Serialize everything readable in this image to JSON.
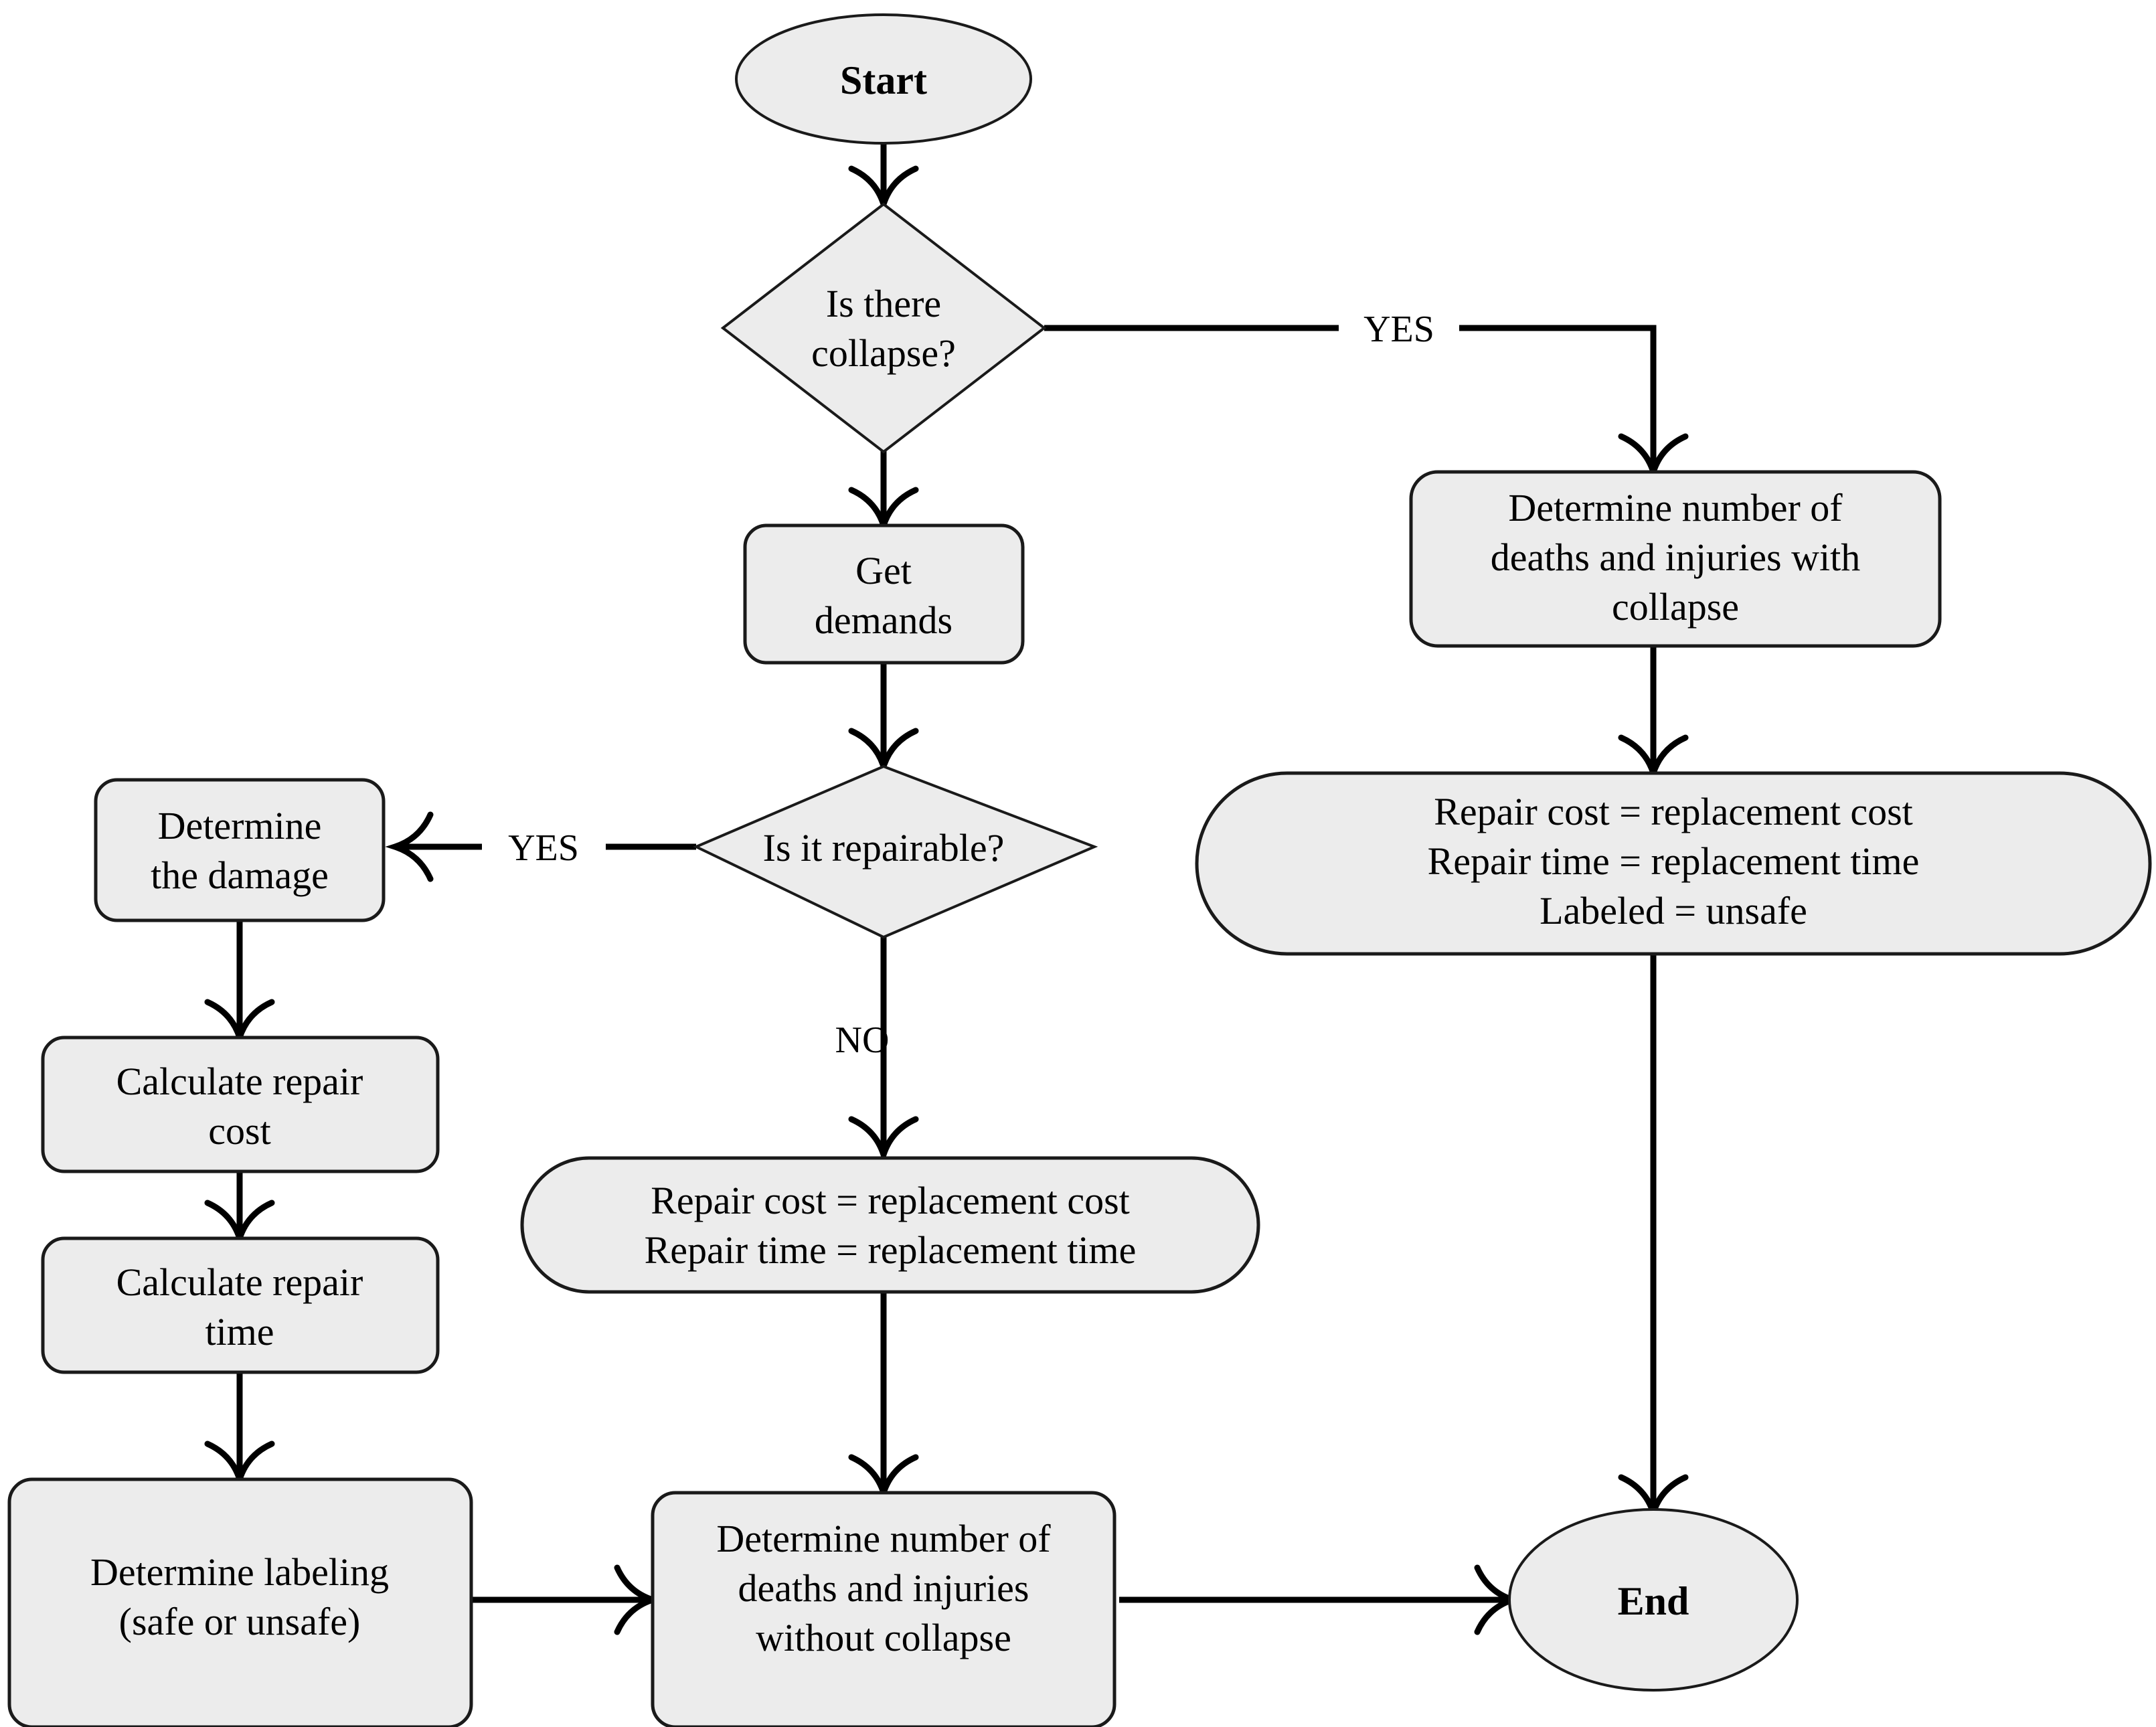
{
  "diagram": {
    "title": "Seismic damage assessment flowchart",
    "colors": {
      "shape_fill": "#ececec",
      "shape_stroke": "#1a1a1a",
      "connector": "#000000",
      "background": "#ffffff"
    }
  },
  "nodes": {
    "start": {
      "label": "Start",
      "shape": "ellipse"
    },
    "is_there_collapse": {
      "label_line1": "Is there",
      "label_line2": "collapse?",
      "shape": "diamond"
    },
    "get_demands": {
      "label_line1": "Get",
      "label_line2": "demands",
      "shape": "rounded-rect"
    },
    "deaths_with_collapse": {
      "label_line1": "Determine number of",
      "label_line2": "deaths and injuries with",
      "label_line3": "collapse",
      "shape": "rounded-rect"
    },
    "replacement_unsafe": {
      "label_line1": "Repair cost = replacement cost",
      "label_line2": "Repair time = replacement time",
      "label_line3": "Labeled = unsafe",
      "shape": "stadium"
    },
    "is_it_repairable": {
      "label": "Is it repairable?",
      "shape": "diamond"
    },
    "determine_damage": {
      "label_line1": "Determine",
      "label_line2": "the damage",
      "shape": "rounded-rect"
    },
    "calculate_repair_cost": {
      "label_line1": "Calculate repair",
      "label_line2": "cost",
      "shape": "rounded-rect"
    },
    "calculate_repair_time": {
      "label_line1": "Calculate repair",
      "label_line2": "time",
      "shape": "rounded-rect"
    },
    "replacement_only": {
      "label_line1": "Repair cost = replacement cost",
      "label_line2": "Repair time = replacement time",
      "shape": "stadium"
    },
    "determine_labeling": {
      "label_line1": "Determine labeling",
      "label_line2": "(safe or unsafe)",
      "shape": "rounded-rect"
    },
    "deaths_without_collapse": {
      "label_line1": "Determine number of",
      "label_line2": "deaths and injuries",
      "label_line3": "without collapse",
      "shape": "rounded-rect"
    },
    "end": {
      "label": "End",
      "shape": "ellipse"
    }
  },
  "edge_labels": {
    "collapse_yes": "YES",
    "repairable_yes": "YES",
    "repairable_no": "NO"
  }
}
